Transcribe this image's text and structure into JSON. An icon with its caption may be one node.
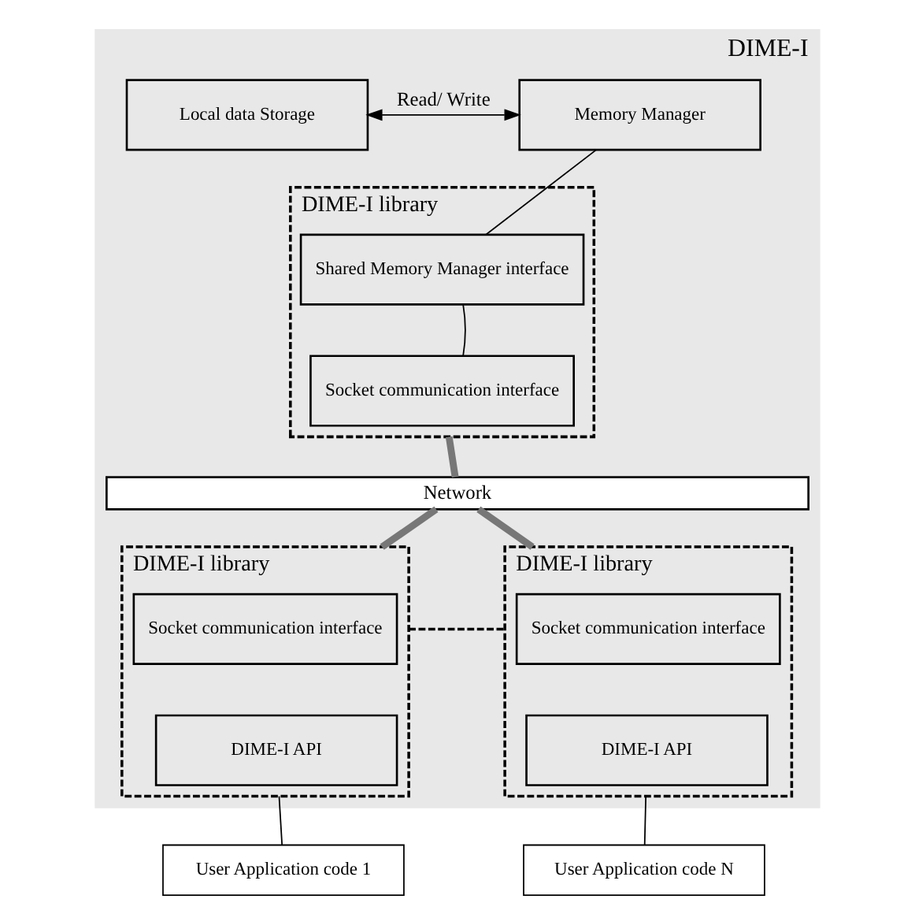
{
  "diagram": {
    "nodes": [
      {
        "text": [
          "DIME-I"
        ]
      },
      {
        "text": [
          "Local data Storage"
        ],
        "in": 0
      },
      {
        "text": [
          "Memory Manager"
        ],
        "in": 0
      },
      {
        "text": [
          "DIME-I library"
        ],
        "in": 0
      },
      {
        "text": [
          "Shared Memory Manager interface"
        ],
        "in": 3
      },
      {
        "text": [
          "Socket communication interface"
        ],
        "in": 3
      },
      {
        "text": [
          "Network"
        ],
        "in": 0
      },
      {
        "text": [
          "DIME-I library"
        ],
        "in": 0
      },
      {
        "text": [
          "Socket communication interface"
        ],
        "in": 7
      },
      {
        "text": [
          "DIME-I API"
        ],
        "in": 7
      },
      {
        "text": [
          "DIME-I library"
        ],
        "in": 0
      },
      {
        "text": [
          "Socket communication interface"
        ],
        "in": 10
      },
      {
        "text": [
          "DIME-I API"
        ],
        "in": 10
      },
      {
        "text": [
          "User Application code 1"
        ]
      },
      {
        "text": [
          "User Application code N"
        ]
      }
    ],
    "edges": [
      {
        "from": 1,
        "to": 2,
        "arrow": "both",
        "label": "Read/ Write"
      },
      {
        "from": 2,
        "to": 4,
        "arrow": "none"
      },
      {
        "from": 4,
        "to": 5,
        "arrow": "none"
      },
      {
        "from": 3,
        "to": 6,
        "arrow": "none",
        "style": "thick",
        "color": "#777777"
      },
      {
        "from": 6,
        "to": 7,
        "arrow": "none",
        "style": "thick",
        "color": "#777777"
      },
      {
        "from": 6,
        "to": 10,
        "arrow": "none",
        "style": "thick",
        "color": "#777777"
      },
      {
        "from": 7,
        "to": 10,
        "arrow": "none",
        "style": "dashed"
      },
      {
        "from": 7,
        "to": 13,
        "arrow": "none"
      },
      {
        "from": 10,
        "to": 14,
        "arrow": "none"
      }
    ]
  }
}
